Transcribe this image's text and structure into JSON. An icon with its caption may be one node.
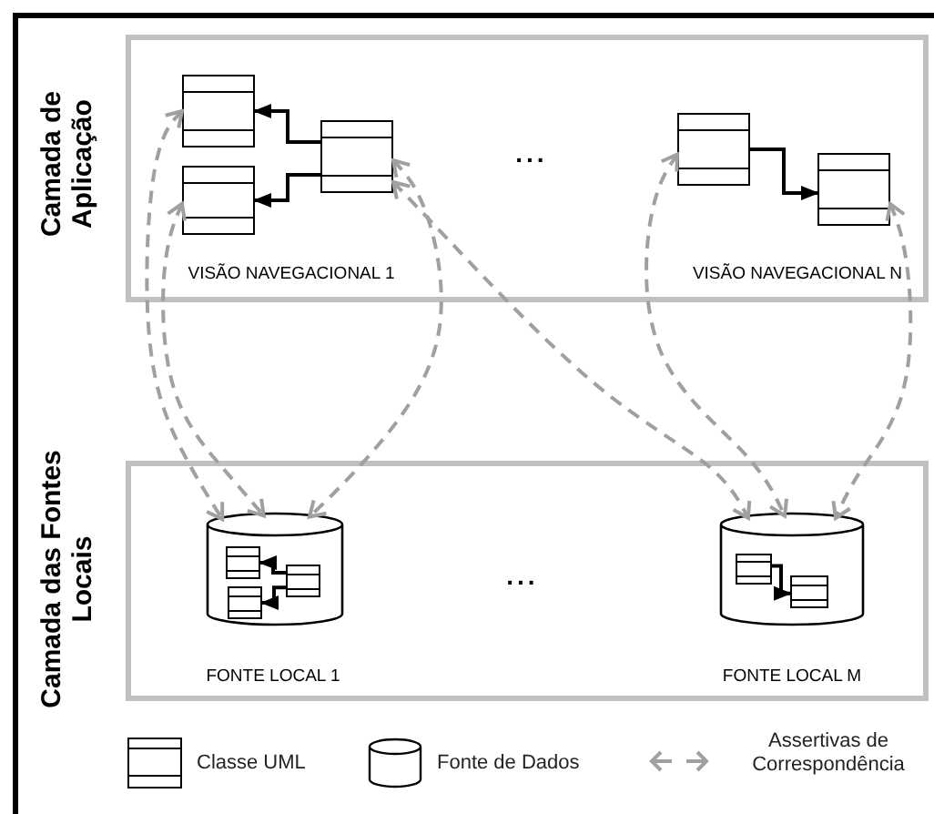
{
  "diagram": {
    "nodes": [
      {
        "text": [
          "Camada de Aplicação",
          "VISÃO NAVEGACIONAL 1",
          "...",
          "VISÃO NAVEGACIONAL N"
        ]
      },
      {
        "text": [],
        "shape": "box",
        "in": 0
      },
      {
        "text": [],
        "shape": "box",
        "in": 0
      },
      {
        "text": [],
        "shape": "box",
        "in": 0
      },
      {
        "text": [],
        "shape": "box",
        "in": 0
      },
      {
        "text": [],
        "shape": "box",
        "in": 0
      },
      {
        "text": [
          "Camada das Fontes Locais",
          "FONTE LOCAL 1",
          "...",
          "FONTE LOCAL M"
        ]
      },
      {
        "text": [],
        "shape": "cylinder",
        "in": 6
      },
      {
        "text": [],
        "shape": "box",
        "in": 7
      },
      {
        "text": [],
        "shape": "box",
        "in": 7
      },
      {
        "text": [],
        "shape": "box",
        "in": 7
      },
      {
        "text": [],
        "shape": "cylinder",
        "in": 6
      },
      {
        "text": [],
        "shape": "box",
        "in": 11
      },
      {
        "text": [],
        "shape": "box",
        "in": 11
      }
    ],
    "edges": [
      {
        "from": 3,
        "to": 1,
        "arrow": "to"
      },
      {
        "from": 3,
        "to": 2,
        "arrow": "to"
      },
      {
        "from": 4,
        "to": 5,
        "arrow": "to"
      },
      {
        "from": 10,
        "to": 8,
        "arrow": "to"
      },
      {
        "from": 10,
        "to": 9,
        "arrow": "to"
      },
      {
        "from": 12,
        "to": 13,
        "arrow": "to"
      },
      {
        "from": 1,
        "to": 7,
        "arrow": "both",
        "style": "dashed",
        "color": "#a0a0a0"
      },
      {
        "from": 2,
        "to": 7,
        "arrow": "both",
        "style": "dashed",
        "color": "#a0a0a0"
      },
      {
        "from": 3,
        "to": 7,
        "arrow": "both",
        "style": "dashed",
        "color": "#a0a0a0"
      },
      {
        "from": 3,
        "to": 11,
        "arrow": "both",
        "style": "dashed",
        "color": "#a0a0a0"
      },
      {
        "from": 4,
        "to": 11,
        "arrow": "both",
        "style": "dashed",
        "color": "#a0a0a0"
      },
      {
        "from": 5,
        "to": 11,
        "arrow": "both",
        "style": "dashed",
        "color": "#a0a0a0"
      }
    ],
    "legend": [
      {
        "text": "Classe UML"
      },
      {
        "text": "Fonte de Dados"
      },
      {
        "text": "Assertivas de Correspondência"
      }
    ]
  }
}
